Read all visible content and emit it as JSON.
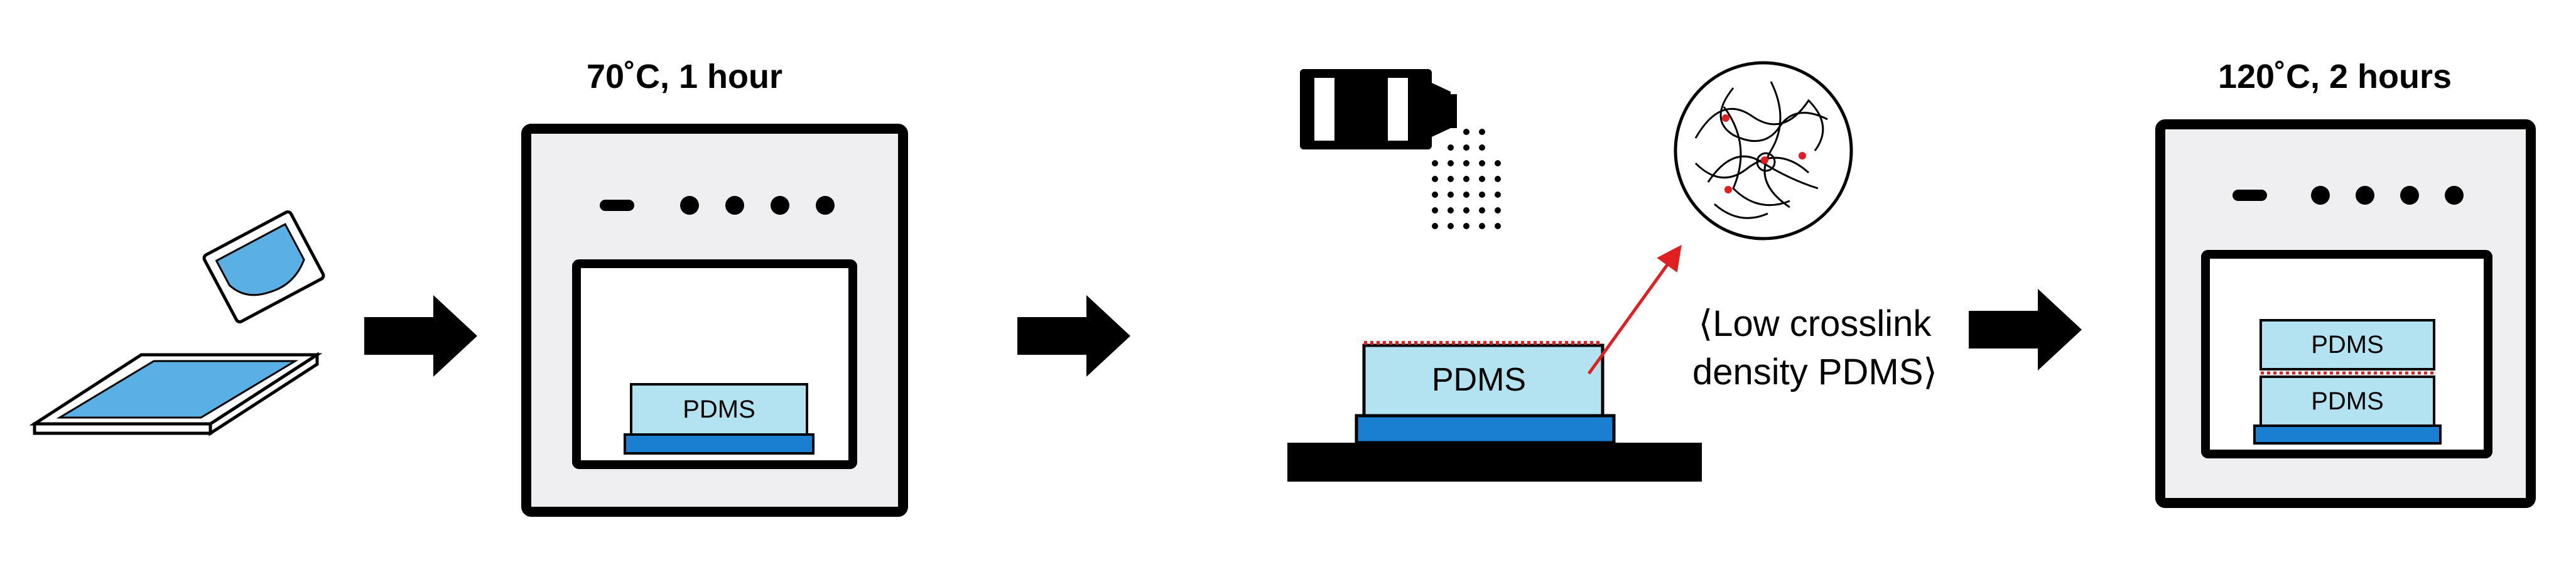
{
  "step1": {
    "title": "70˚C, 1 hour",
    "layer_label": "PDMS"
  },
  "step3": {
    "layer_label": "PDMS",
    "callout_line1": "⟨Low crosslink",
    "callout_line2": "density PDMS⟩"
  },
  "step4": {
    "title": "120˚C, 2 hours",
    "top_layer_label": "PDMS",
    "bottom_layer_label": "PDMS"
  },
  "colors": {
    "pdms_fill": "#b3e3f0",
    "substrate_blue": "#1a7fd0",
    "tray_blue": "#5ab0e4",
    "oven_fill": "#efeff2",
    "crosslink_red": "#e02020",
    "arrow": "#000000"
  }
}
